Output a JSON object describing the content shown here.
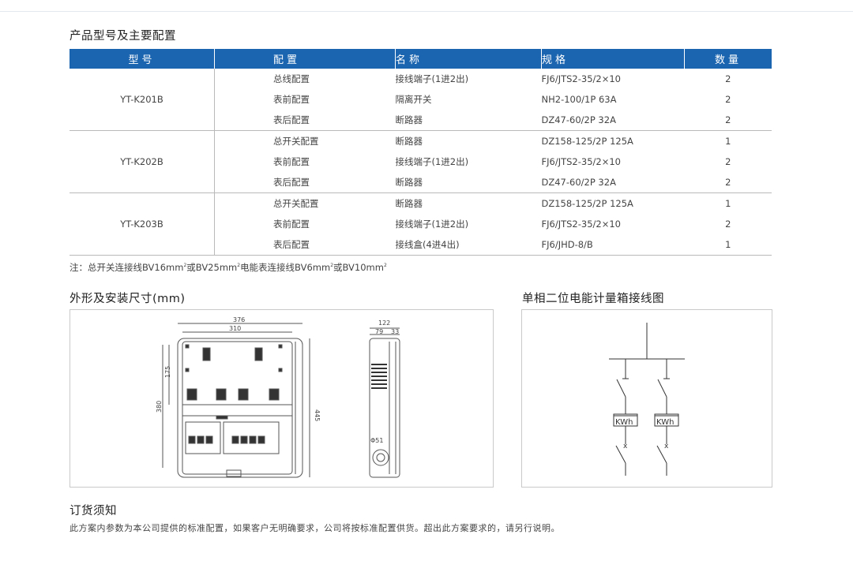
{
  "section_titles": {
    "table": "产品型号及主要配置",
    "dimensions": "外形及安装尺寸(mm)",
    "wiring": "单相二位电能计量箱接线图",
    "order": "订货须知"
  },
  "table": {
    "headers": [
      "型号",
      "配置",
      "名称",
      "规格",
      "数量"
    ],
    "groups": [
      {
        "model": "YT-K201B",
        "rows": [
          {
            "config": "总线配置",
            "name": "接线端子(1进2出)",
            "spec": "FJ6/JTS2-35/2×10",
            "qty": "2"
          },
          {
            "config": "表前配置",
            "name": "隔离开关",
            "spec": "NH2-100/1P 63A",
            "qty": "2"
          },
          {
            "config": "表后配置",
            "name": "断路器",
            "spec": "DZ47-60/2P 32A",
            "qty": "2"
          }
        ]
      },
      {
        "model": "YT-K202B",
        "rows": [
          {
            "config": "总开关配置",
            "name": "断路器",
            "spec": "DZ158-125/2P 125A",
            "qty": "1"
          },
          {
            "config": "表前配置",
            "name": "接线端子(1进2出)",
            "spec": "FJ6/JTS2-35/2×10",
            "qty": "2"
          },
          {
            "config": "表后配置",
            "name": "断路器",
            "spec": "DZ47-60/2P 32A",
            "qty": "2"
          }
        ]
      },
      {
        "model": "YT-K203B",
        "rows": [
          {
            "config": "总开关配置",
            "name": "断路器",
            "spec": "DZ158-125/2P 125A",
            "qty": "1"
          },
          {
            "config": "表前配置",
            "name": "接线端子(1进2出)",
            "spec": "FJ6/JTS2-35/2×10",
            "qty": "2"
          },
          {
            "config": "表后配置",
            "name": "接线盒(4进4出)",
            "spec": "FJ6/JHD-8/B",
            "qty": "1"
          }
        ]
      }
    ]
  },
  "note": {
    "prefix": "注：总开关连接线BV16mm",
    "p2": "或BV25mm",
    "p3": "电能表连接线BV6mm",
    "p4": "或BV10mm",
    "sup": "2"
  },
  "drawing": {
    "front_width_outer": "376",
    "front_width_inner": "310",
    "front_height_top": "175",
    "front_height_inner": "380",
    "front_height_outer": "445",
    "side_depth": "122",
    "side_depth_a": "79",
    "side_depth_b": "33",
    "knockout": "Φ51"
  },
  "wiring": {
    "meter_label": "KWh",
    "breaker_mark": "x"
  },
  "order_text": "此方案内参数为本公司提供的标准配置，如果客户无明确要求，公司将按标准配置供货。超出此方案要求的，请另行说明。"
}
